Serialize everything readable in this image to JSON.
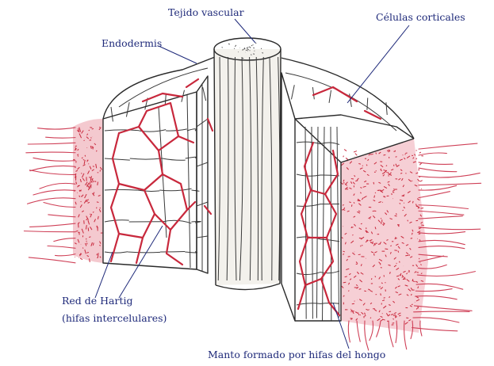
{
  "labels": {
    "vascular": "Tejido vascular",
    "endodermis": "Endodermis",
    "cortical": "Células corticales",
    "hartig_line1": "Red de Hartig",
    "hartig_line2": "(hifas intercelulares)",
    "mantle": "Manto formado por hifas del hongo"
  },
  "colors": {
    "hyphae": "#c8283c",
    "labels": "#1f2a7a",
    "outline": "#2a2a2a"
  }
}
